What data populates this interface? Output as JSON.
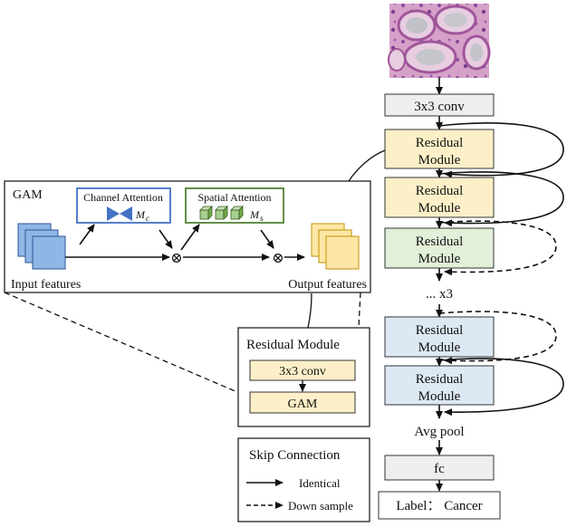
{
  "main_column": {
    "conv_label": "3x3 conv",
    "residual_label_line1": "Residual",
    "residual_label_line2": "Module",
    "repeat_label": "... x3",
    "pool_label": "Avg pool",
    "fc_label": "fc",
    "output_label": "Label： Cancer"
  },
  "gam_panel": {
    "title": "GAM",
    "channel_attention": "Channel Attention",
    "channel_symbol": "M",
    "channel_sub": "c",
    "spatial_attention": "Spatial Attention",
    "spatial_symbol": "M",
    "spatial_sub": "s",
    "multiply_symbol": "⊗",
    "input_label": "Input features",
    "output_label": "Output features"
  },
  "residual_detail": {
    "title": "Residual Module",
    "conv_label": "3x3 conv",
    "gam_label": "GAM"
  },
  "legend": {
    "title": "Skip Connection",
    "identical": "Identical",
    "down_sample": "Down sample"
  },
  "colors": {
    "yellow_module": "#fdf0c8",
    "green_module": "#e2efd9",
    "blue_module": "#dde8f5",
    "grey_box": "#eeeeee",
    "blue_feature": "#8fb6e4",
    "yellow_feature": "#fde7a6",
    "channel_border": "#4472c4",
    "spatial_border": "#548235",
    "green_cube": "#a9d18e"
  }
}
